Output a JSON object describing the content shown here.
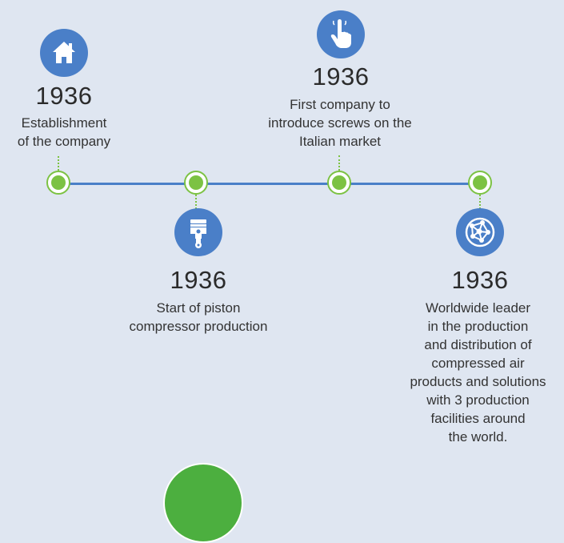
{
  "milestones": [
    {
      "year": "1936",
      "icon": "house-icon",
      "description_lines": [
        "Establishment",
        "of the company"
      ]
    },
    {
      "year": "1936",
      "icon": "piston-icon",
      "description_lines": [
        "Start of piston",
        "compressor production"
      ]
    },
    {
      "year": "1936",
      "icon": "pointing-hand-icon",
      "description_lines": [
        "First company to",
        "introduce screws on the",
        "Italian market"
      ]
    },
    {
      "year": "1936",
      "icon": "globe-network-icon",
      "description_lines": [
        "Worldwide leader",
        "in the production",
        "and distribution of",
        "compressed air",
        "products and solutions",
        "with 3 production",
        "facilities around",
        "the world."
      ]
    }
  ],
  "colors": {
    "background": "#dfe6f1",
    "accent_blue": "#4a7fc8",
    "accent_green": "#7cc243",
    "text": "#2b2b2b"
  }
}
